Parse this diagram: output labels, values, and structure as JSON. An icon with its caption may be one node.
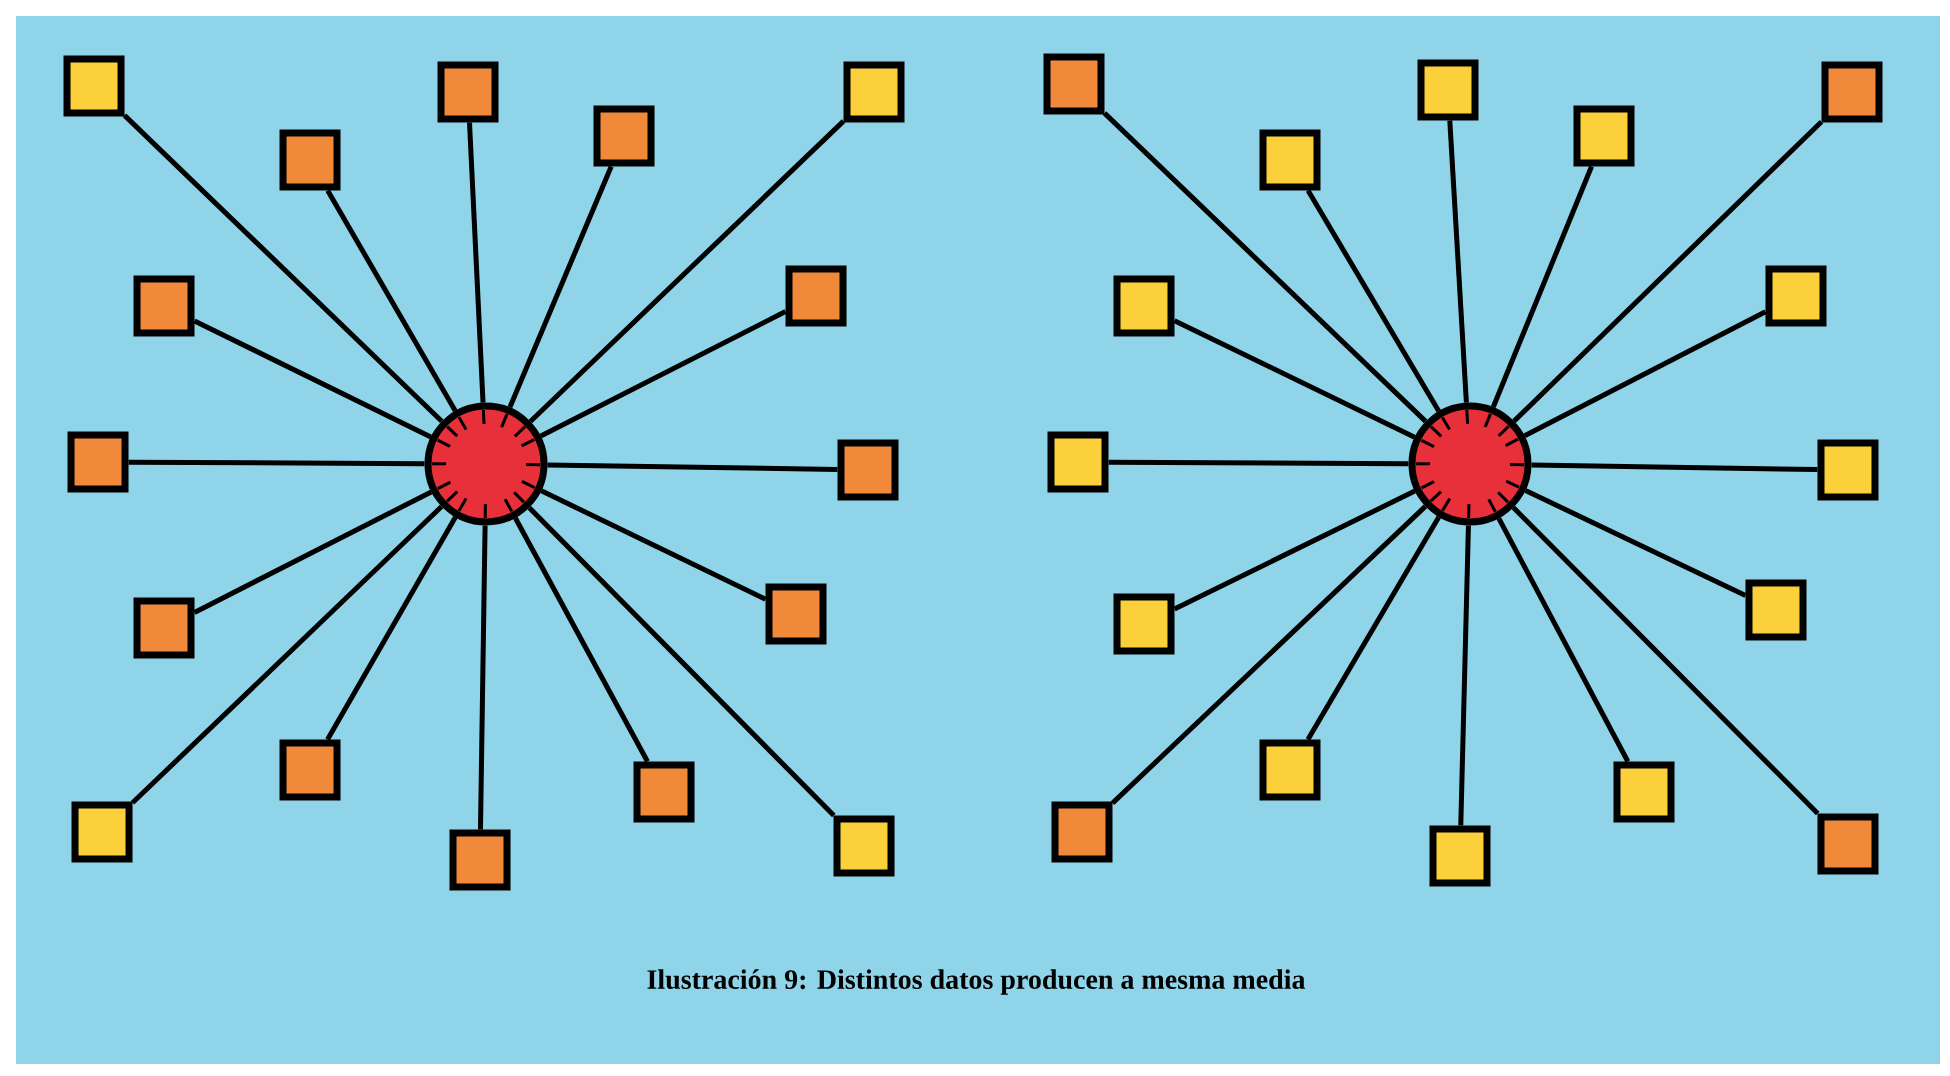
{
  "diagram": {
    "caption": "Ilustración 9: Distintos datos producen a mesma media",
    "nodes": [
      {
        "text": [],
        "shape": "circle"
      },
      {
        "text": [],
        "shape": "box"
      },
      {
        "text": [],
        "shape": "box"
      },
      {
        "text": [],
        "shape": "box"
      },
      {
        "text": [],
        "shape": "box"
      },
      {
        "text": [],
        "shape": "box"
      },
      {
        "text": [],
        "shape": "box"
      },
      {
        "text": [],
        "shape": "box"
      },
      {
        "text": [],
        "shape": "box"
      },
      {
        "text": [],
        "shape": "box"
      },
      {
        "text": [],
        "shape": "box"
      },
      {
        "text": [],
        "shape": "box"
      },
      {
        "text": [],
        "shape": "box"
      },
      {
        "text": [],
        "shape": "box"
      },
      {
        "text": [],
        "shape": "box"
      },
      {
        "text": [],
        "shape": "box"
      },
      {
        "text": [],
        "shape": "box"
      },
      {
        "text": [],
        "shape": "circle"
      },
      {
        "text": [],
        "shape": "box"
      },
      {
        "text": [],
        "shape": "box"
      },
      {
        "text": [],
        "shape": "box"
      },
      {
        "text": [],
        "shape": "box"
      },
      {
        "text": [],
        "shape": "box"
      },
      {
        "text": [],
        "shape": "box"
      },
      {
        "text": [],
        "shape": "box"
      },
      {
        "text": [],
        "shape": "box"
      },
      {
        "text": [],
        "shape": "box"
      },
      {
        "text": [],
        "shape": "box"
      },
      {
        "text": [],
        "shape": "box"
      },
      {
        "text": [],
        "shape": "box"
      },
      {
        "text": [],
        "shape": "box"
      },
      {
        "text": [],
        "shape": "box"
      },
      {
        "text": [],
        "shape": "box"
      },
      {
        "text": [],
        "shape": "box"
      }
    ],
    "edges": [
      {
        "from": 0,
        "to": 1,
        "arrow": "none"
      },
      {
        "from": 0,
        "to": 2,
        "arrow": "none"
      },
      {
        "from": 0,
        "to": 3,
        "arrow": "none"
      },
      {
        "from": 0,
        "to": 4,
        "arrow": "none"
      },
      {
        "from": 0,
        "to": 5,
        "arrow": "none"
      },
      {
        "from": 0,
        "to": 6,
        "arrow": "none"
      },
      {
        "from": 0,
        "to": 7,
        "arrow": "none"
      },
      {
        "from": 0,
        "to": 8,
        "arrow": "none"
      },
      {
        "from": 0,
        "to": 9,
        "arrow": "none"
      },
      {
        "from": 0,
        "to": 10,
        "arrow": "none"
      },
      {
        "from": 0,
        "to": 11,
        "arrow": "none"
      },
      {
        "from": 0,
        "to": 12,
        "arrow": "none"
      },
      {
        "from": 0,
        "to": 13,
        "arrow": "none"
      },
      {
        "from": 0,
        "to": 14,
        "arrow": "none"
      },
      {
        "from": 0,
        "to": 15,
        "arrow": "none"
      },
      {
        "from": 0,
        "to": 16,
        "arrow": "none"
      },
      {
        "from": 17,
        "to": 18,
        "arrow": "none"
      },
      {
        "from": 17,
        "to": 19,
        "arrow": "none"
      },
      {
        "from": 17,
        "to": 20,
        "arrow": "none"
      },
      {
        "from": 17,
        "to": 21,
        "arrow": "none"
      },
      {
        "from": 17,
        "to": 22,
        "arrow": "none"
      },
      {
        "from": 17,
        "to": 23,
        "arrow": "none"
      },
      {
        "from": 17,
        "to": 24,
        "arrow": "none"
      },
      {
        "from": 17,
        "to": 25,
        "arrow": "none"
      },
      {
        "from": 17,
        "to": 26,
        "arrow": "none"
      },
      {
        "from": 17,
        "to": 27,
        "arrow": "none"
      },
      {
        "from": 17,
        "to": 28,
        "arrow": "none"
      },
      {
        "from": 17,
        "to": 29,
        "arrow": "none"
      },
      {
        "from": 17,
        "to": 30,
        "arrow": "none"
      },
      {
        "from": 17,
        "to": 31,
        "arrow": "none"
      },
      {
        "from": 17,
        "to": 32,
        "arrow": "none"
      },
      {
        "from": 17,
        "to": 33,
        "arrow": "none"
      }
    ]
  }
}
